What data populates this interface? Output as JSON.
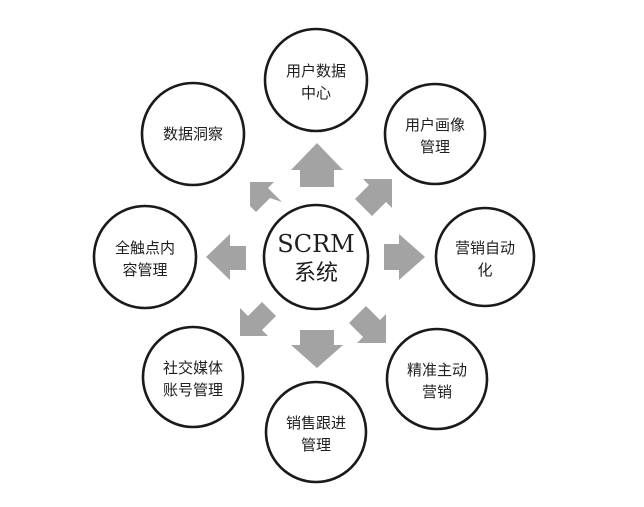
{
  "center": {
    "line1": "SCRM",
    "line2": "系统"
  },
  "nodes": [
    {
      "id": "user-data-center",
      "lines": [
        "用户数据",
        "中心"
      ]
    },
    {
      "id": "user-profile-management",
      "lines": [
        "用户画像",
        "管理"
      ]
    },
    {
      "id": "marketing-automation",
      "lines": [
        "营销自动",
        "化"
      ]
    },
    {
      "id": "precision-active-marketing",
      "lines": [
        "精准主动",
        "营销"
      ]
    },
    {
      "id": "sales-follow-up-management",
      "lines": [
        "销售跟进",
        "管理"
      ]
    },
    {
      "id": "social-media-account-management",
      "lines": [
        "社交媒体",
        "账号管理"
      ]
    },
    {
      "id": "omni-touchpoint-content-management",
      "lines": [
        "全触点内",
        "容管理"
      ]
    },
    {
      "id": "data-insight",
      "lines": [
        "数据洞察"
      ]
    }
  ],
  "colors": {
    "arrow": "#a3a3a3",
    "circle_stroke": "#1a1a1a",
    "text": "#1f1f1f"
  }
}
